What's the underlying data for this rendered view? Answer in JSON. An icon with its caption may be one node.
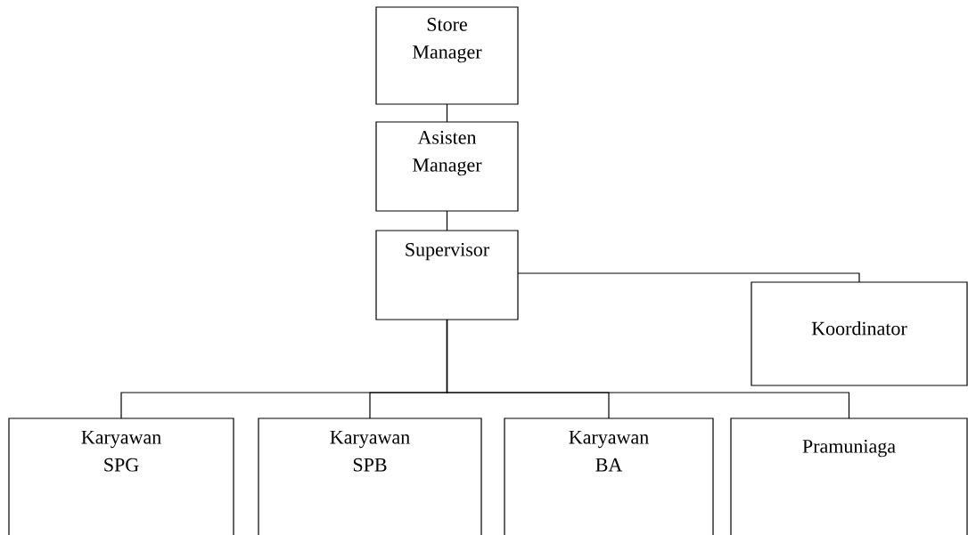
{
  "diagram": {
    "nodes": [
      {
        "text": [
          "Store Manager"
        ]
      },
      {
        "text": [
          "Asisten Manager"
        ]
      },
      {
        "text": [
          "Supervisor"
        ]
      },
      {
        "text": [
          "Koordinator"
        ]
      },
      {
        "text": [
          "Karyawan SPG"
        ]
      },
      {
        "text": [
          "Karyawan SPB"
        ]
      },
      {
        "text": [
          "Karyawan BA"
        ]
      },
      {
        "text": [
          "Pramuniaga"
        ]
      }
    ],
    "edges": [
      {
        "from": 0,
        "to": 1,
        "arrow": "none"
      },
      {
        "from": 1,
        "to": 2,
        "arrow": "none"
      },
      {
        "from": 2,
        "to": 3,
        "arrow": "none"
      },
      {
        "from": 2,
        "to": 4,
        "arrow": "none"
      },
      {
        "from": 2,
        "to": 5,
        "arrow": "none"
      },
      {
        "from": 2,
        "to": 6,
        "arrow": "none"
      },
      {
        "from": 2,
        "to": 7,
        "arrow": "none"
      }
    ]
  }
}
